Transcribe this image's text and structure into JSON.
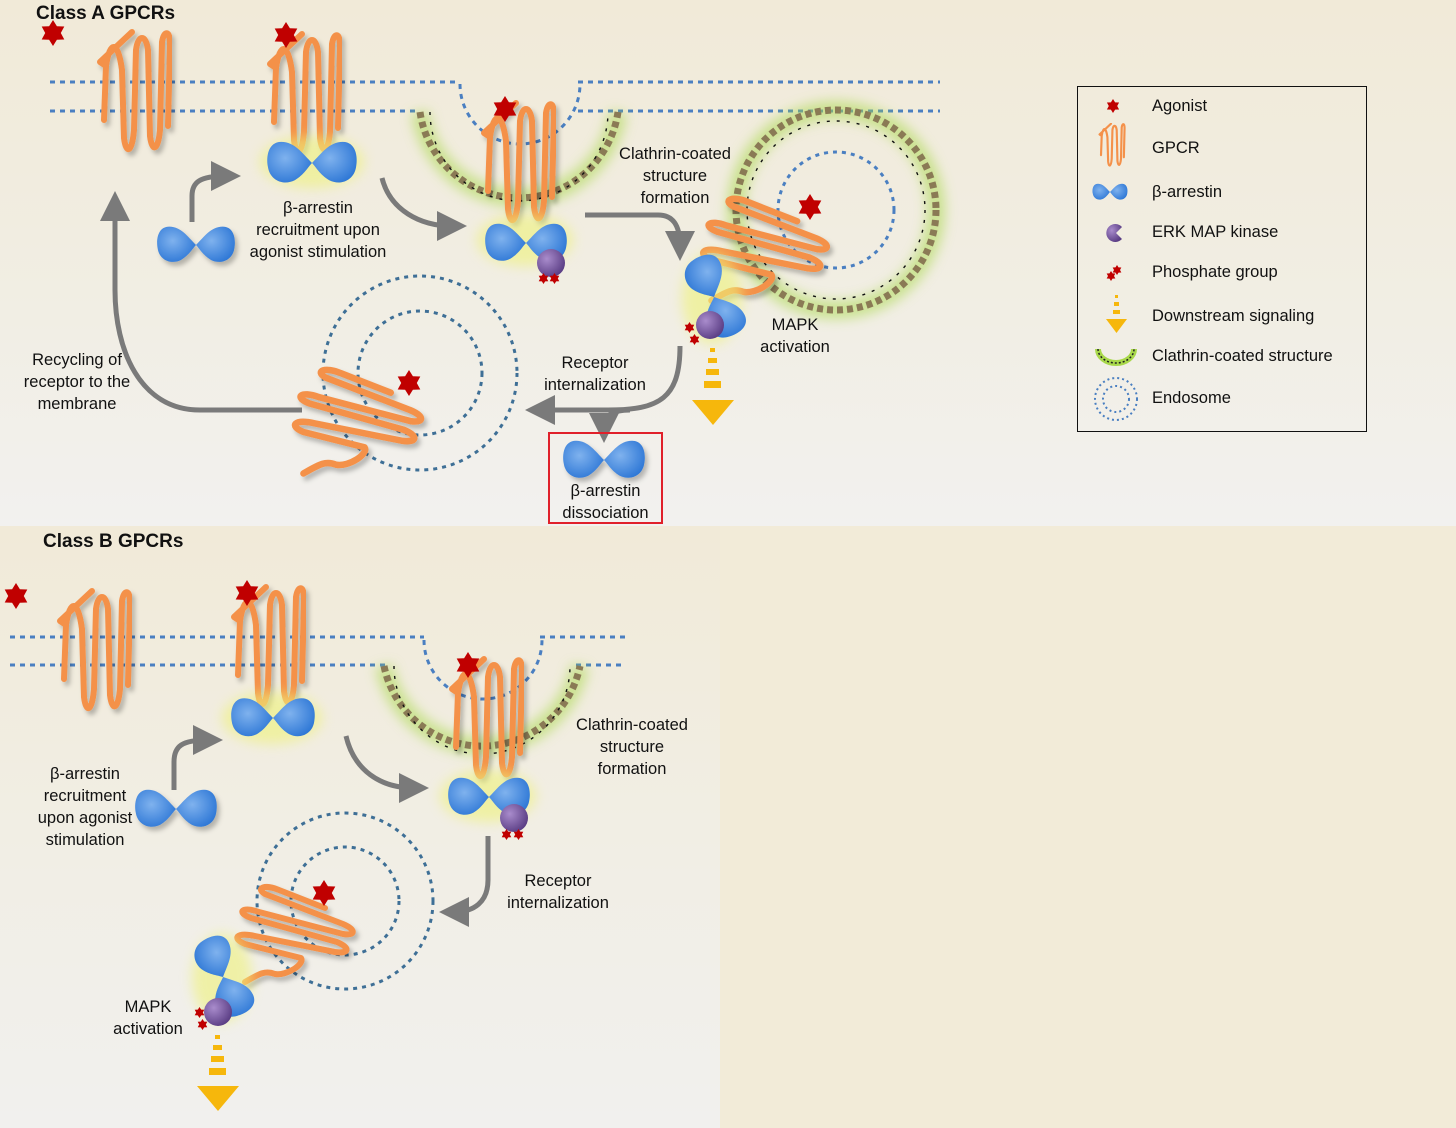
{
  "diagram": {
    "panels": [
      {
        "title": "Class A GPCRs",
        "labels": {
          "recruitment": [
            "β-arrestin",
            "recruitment upon",
            "agonist stimulation"
          ],
          "clathrin": [
            "Clathrin-coated",
            "structure",
            "formation"
          ],
          "mapk": [
            "MAPK",
            "activation"
          ],
          "internalization": [
            "Receptor",
            "internalization"
          ],
          "recycling": [
            "Recycling of",
            "receptor to the",
            "membrane"
          ],
          "dissociation": [
            "β-arrestin",
            "dissociation"
          ]
        },
        "highlighted_step": "β-arrestin dissociation"
      },
      {
        "title": "Class B GPCRs",
        "labels": {
          "recruitment": [
            "β-arrestin",
            "recruitment",
            "upon agonist",
            "stimulation"
          ],
          "clathrin": [
            "Clathrin-coated",
            "structure",
            "formation"
          ],
          "internalization": [
            "Receptor",
            "internalization"
          ],
          "mapk": [
            "MAPK",
            "activation"
          ]
        }
      }
    ],
    "legend": [
      {
        "icon": "agonist-icon",
        "label": "Agonist"
      },
      {
        "icon": "gpcr-icon",
        "label": "GPCR"
      },
      {
        "icon": "beta-arrestin-icon",
        "label": "β-arrestin"
      },
      {
        "icon": "erk-kinase-icon",
        "label": "ERK MAP kinase"
      },
      {
        "icon": "phosphate-icon",
        "label": "Phosphate group"
      },
      {
        "icon": "downstream-arrow-icon",
        "label": "Downstream signaling"
      },
      {
        "icon": "clathrin-icon",
        "label": "Clathrin-coated structure"
      },
      {
        "icon": "endosome-icon",
        "label": "Endosome"
      }
    ],
    "colors": {
      "receptor": "#f4914a",
      "agonist": "#c00000",
      "arrestin": "#4a8fe0",
      "kinase": "#7a5a9e",
      "membrane": "#4a7fc1",
      "endosome": "#3e6f96",
      "clathrin_band": "#8a7a55",
      "clathrin_glow": "#a8d84a",
      "signal": "#f6b70c",
      "arrow": "#7a7a7a",
      "highlight": "#e0202a"
    }
  }
}
